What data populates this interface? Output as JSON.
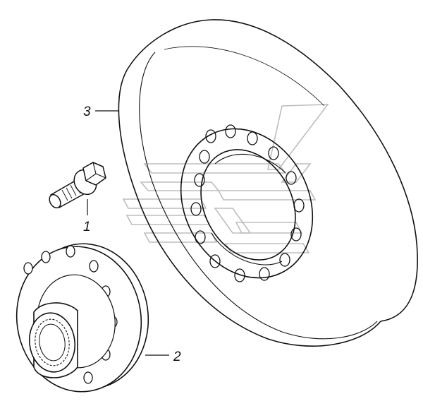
{
  "callouts": {
    "part_1": "1",
    "part_2": "2",
    "part_3": "3"
  },
  "watermark": {
    "name": "watermark-logo",
    "color": "#bdbdbd"
  },
  "colors": {
    "line": "#111111",
    "background": "#ffffff"
  }
}
